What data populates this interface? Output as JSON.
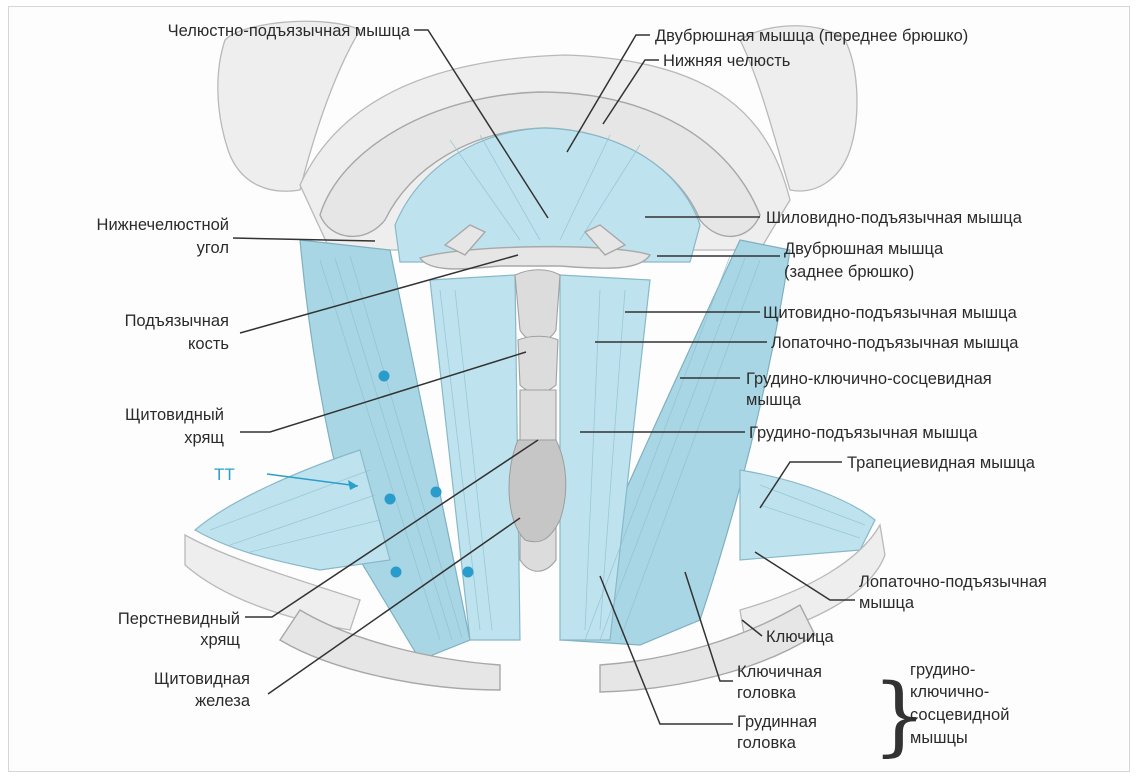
{
  "labels": {
    "mylohyoid": "Челюстно-подъязычная мышца",
    "digastric_anterior": "Двубрюшная мышца (переднее брюшко)",
    "mandible": "Нижняя челюсть",
    "mandible_angle_1": "Нижнечелюстной",
    "mandible_angle_2": "угол",
    "stylohyoid": "Шиловидно-подъязычная мышца",
    "digastric_posterior_1": "Двубрюшная мышца",
    "digastric_posterior_2": "(заднее брюшко)",
    "hyoid_1": "Подъязычная",
    "hyoid_2": "кость",
    "thyrohyoid": "Щитовидно-подъязычная мышца",
    "omohyoid_upper": "Лопаточно-подъязычная мышца",
    "scm_1": "Грудино-ключично-сосцевидная",
    "scm_2": "мышца",
    "thyroid_cartilage_1": "Щитовидный",
    "thyroid_cartilage_2": "хрящ",
    "sternohyoid": "Грудино-подъязычная мышца",
    "tt": "ТТ",
    "trapezius": "Трапециевидная мышца",
    "cricoid_1": "Перстневидный",
    "cricoid_2": "хрящ",
    "omohyoid_lower_1": "Лопаточно-подъязычная",
    "omohyoid_lower_2": "мышца",
    "clavicle": "Ключица",
    "thyroid_gland_1": "Щитовидная",
    "thyroid_gland_2": "железа",
    "clavicular_head_1": "Ключичная",
    "clavicular_head_2": "головка",
    "sternal_head_1": "Грудинная",
    "sternal_head_2": "головка",
    "scm_group_1": "грудино-",
    "scm_group_2": "ключично-",
    "scm_group_3": "сосцевидной",
    "scm_group_4": "мышцы",
    "brace": "}"
  },
  "colors": {
    "muscle": "#bfe3ee",
    "trigger_point": "#2a9ccc",
    "text": "#2b2b2b",
    "tt_label": "#2aa0c8"
  }
}
